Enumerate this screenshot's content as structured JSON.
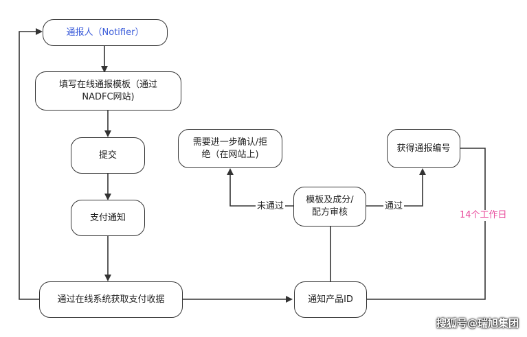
{
  "nodes": {
    "notifier": "通报人（Notifier）",
    "fill_template": "填写在线通报模板（通过\nNADFC网站)",
    "submit": "提交",
    "payment_notice": "支付通知",
    "get_receipt": "通过在线系统获取支付收据",
    "template_review": "模板及成分/\n配方审核",
    "further_confirm": "需要进一步确认/拒\n绝（在网站上)",
    "get_number": "获得通报编号",
    "notify_product_id": "通知产品ID"
  },
  "edge_labels": {
    "fail": "未通过",
    "pass": "通过",
    "duration": "14个工作日"
  },
  "colors": {
    "notifier_text": "#3a5bd9",
    "duration_text": "#e8479a"
  },
  "watermark": "搜狐号@瑞旭集团"
}
